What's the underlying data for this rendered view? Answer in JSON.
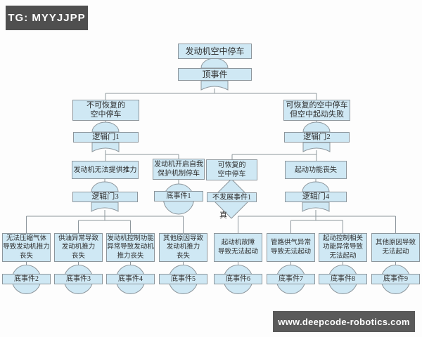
{
  "badge_top": {
    "text": "TG: MYYJJPP"
  },
  "badge_bottom": {
    "text": "www.deepcode-robotics.com"
  },
  "colors": {
    "node_fill": "#cfe8f4",
    "node_border": "#8d969c",
    "line": "#8d969c",
    "badge_bg": "#4f4f4f",
    "text": "#2e2e2e"
  },
  "tree": {
    "root": {
      "label": "发动机空中停车",
      "gate_label": "顶事件"
    },
    "branches": [
      {
        "label": "不可恢复的\n空中停车",
        "gate_label": "逻辑门1"
      },
      {
        "label": "可恢复的空中停车\n但空中起动失败",
        "gate_label": "逻辑门2"
      }
    ],
    "subnodes": [
      {
        "label": "发动机无法提供推力",
        "gate_label": "逻辑门3"
      },
      {
        "label": "发动机开启自我\n保护机制停车",
        "event_label": "底事件1",
        "symbol": "circle"
      },
      {
        "label": "可恢复的\n空中停车",
        "event_label": "不发展事件1",
        "symbol": "diamond",
        "note": "真"
      },
      {
        "label": "起动功能丧失",
        "gate_label": "逻辑门4"
      }
    ],
    "basic_events": [
      {
        "cause": "无法压缩气体\n导致发动机推力\n丧失",
        "label": "底事件2"
      },
      {
        "cause": "供油异常导致\n发动机推力\n丧失",
        "label": "底事件3"
      },
      {
        "cause": "发动机控制功能\n异常导致发动机\n推力丧失",
        "label": "底事件4"
      },
      {
        "cause": "其他原因导致\n发动机推力\n丧失",
        "label": "底事件5"
      },
      {
        "cause": "起动机故障\n导致无法起动",
        "label": "底事件6"
      },
      {
        "cause": "管路供气异常\n导致无法起动",
        "label": "底事件7"
      },
      {
        "cause": "起动控制相关\n功能异常导致\n无法起动",
        "label": "底事件8"
      },
      {
        "cause": "其他原因导致\n无法起动",
        "label": "底事件9"
      }
    ]
  }
}
